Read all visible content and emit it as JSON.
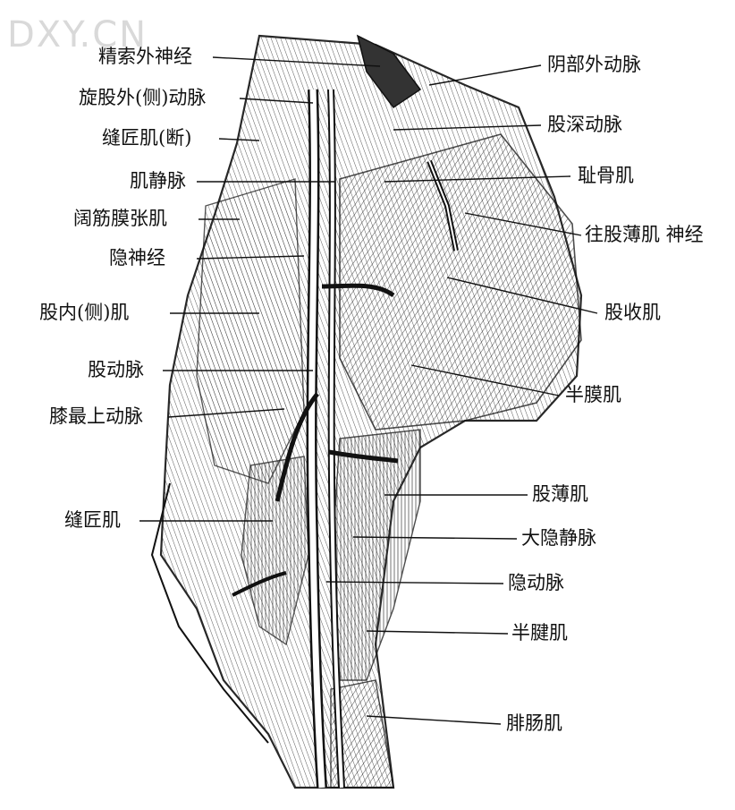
{
  "watermark": "DXY.CN",
  "labels": {
    "left": [
      "精索外神经",
      "旋股外(侧)动脉",
      "缝匠肌(断)",
      "肌静脉",
      "阔筋膜张肌",
      "隐神经",
      "股内(侧)肌",
      "股动脉",
      "膝最上动脉",
      "缝匠肌"
    ],
    "right": [
      "阴部外动脉",
      "股深动脉",
      "耻骨肌",
      "往股薄肌 神经",
      "股收肌",
      "半膜肌",
      "股薄肌",
      "大隐静脉",
      "隐动脉",
      "半腱肌",
      "腓肠肌"
    ]
  }
}
